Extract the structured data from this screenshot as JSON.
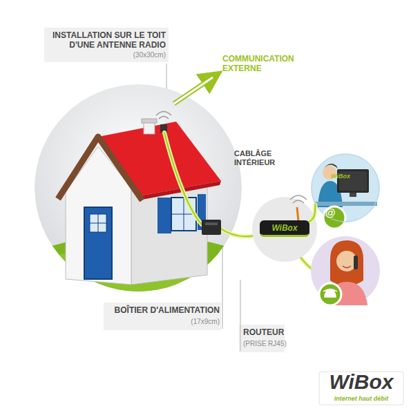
{
  "diagram": {
    "nodes": [
      {
        "text": [
          "WiBox"
        ]
      },
      {
        "text": [
          "WiBox",
          "@"
        ]
      }
    ],
    "edges": [
      {
        "from": 0,
        "to": 1,
        "arrow": "none"
      }
    ],
    "labels": [
      "INSTALLATION SUR LE TOIT D'UNE ANTENNE RADIO",
      "(30x30cm)",
      "COMMUNICATION EXTERNE",
      "CABLÂGE INTÉRIEUR",
      "BOÎTIER D'ALIMENTATION",
      "(17x9cm)",
      "ROUTEUR",
      "(PRISE RJ45)",
      "WiBox",
      "Internet haut débit"
    ]
  }
}
